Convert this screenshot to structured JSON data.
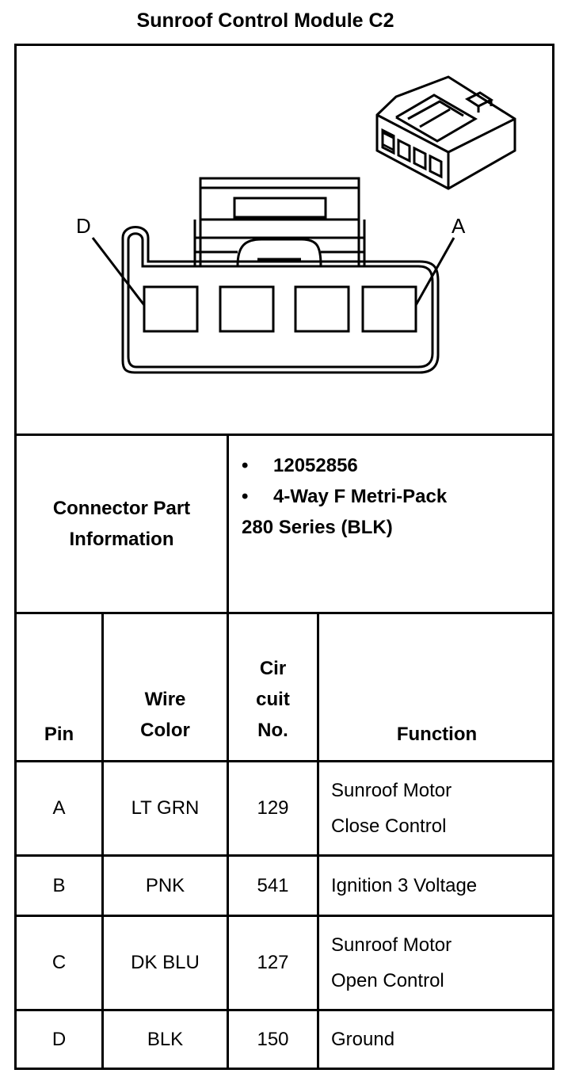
{
  "title": "Sunroof Control Module C2",
  "diagram": {
    "left_label": "D",
    "right_label": "A"
  },
  "part_info": {
    "heading": "Connector Part Information",
    "bullets": [
      "12052856",
      "4-Way F Metri-Pack"
    ],
    "continuation": "280 Series (BLK)"
  },
  "table": {
    "headers": {
      "pin": "Pin",
      "wire_color": [
        "Wire",
        "Color"
      ],
      "circuit": [
        "Cir",
        "cuit",
        "No."
      ],
      "function": "Function"
    },
    "rows": [
      {
        "pin": "A",
        "wire": "LT GRN",
        "circuit": "129",
        "function": [
          "Sunroof Motor",
          "Close Control"
        ]
      },
      {
        "pin": "B",
        "wire": "PNK",
        "circuit": "541",
        "function": [
          "Ignition 3 Voltage"
        ]
      },
      {
        "pin": "C",
        "wire": "DK BLU",
        "circuit": "127",
        "function": [
          "Sunroof Motor",
          "Open Control"
        ]
      },
      {
        "pin": "D",
        "wire": "BLK",
        "circuit": "150",
        "function": [
          "Ground"
        ]
      }
    ]
  }
}
